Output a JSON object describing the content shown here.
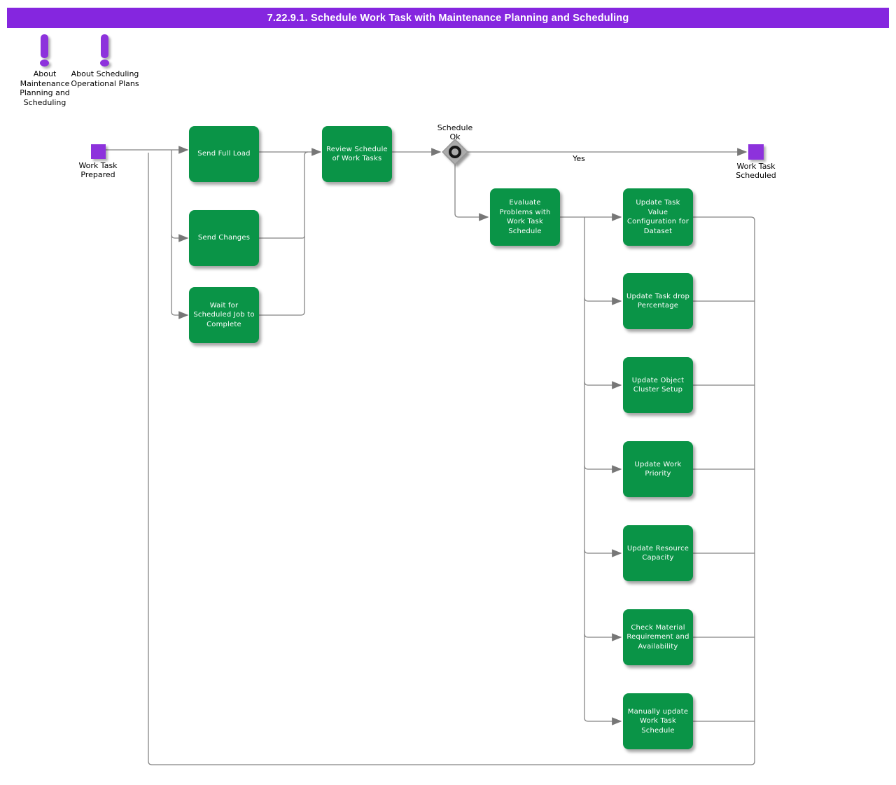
{
  "title": "7.22.9.1. Schedule Work Task with Maintenance Planning and Scheduling",
  "about_links": [
    {
      "label": "About Maintenance Planning and Scheduling"
    },
    {
      "label": "About Scheduling Operational Plans"
    }
  ],
  "events": {
    "start": {
      "label": "Work Task Prepared"
    },
    "end": {
      "label": "Work Task Scheduled"
    }
  },
  "decision": {
    "label": "Schedule\nOk",
    "yes_label": "Yes"
  },
  "tasks": [
    {
      "label": "Send Full Load"
    },
    {
      "label": "Send Changes"
    },
    {
      "label": "Wait for Scheduled Job to Complete"
    },
    {
      "label": "Review Schedule of Work Tasks"
    },
    {
      "label": "Evaluate Problems with Work Task Schedule"
    },
    {
      "label": "Update Task Value Configuration for Dataset"
    },
    {
      "label": "Update Task drop Percentage"
    },
    {
      "label": "Update Object Cluster Setup"
    },
    {
      "label": "Update Work Priority"
    },
    {
      "label": "Update Resource Capacity"
    },
    {
      "label": "Check Material Requirement and Availability"
    },
    {
      "label": "Manually update Work Task Schedule"
    }
  ],
  "colors": {
    "title_bar": "#8526DF",
    "event_purple": "#8D32DC",
    "task_green": "#0A9447",
    "connector": "#858585"
  }
}
